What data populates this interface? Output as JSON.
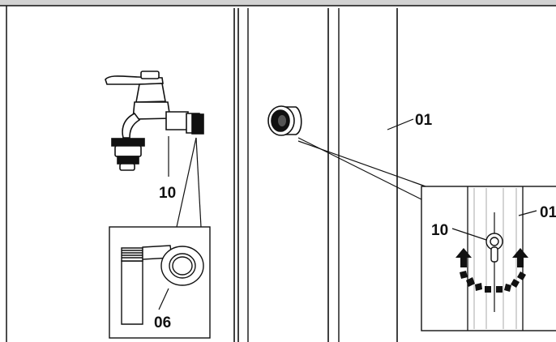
{
  "labels": {
    "tap_part": "10",
    "thread_part": "06",
    "panel": "01",
    "detail_fitting": "10",
    "detail_panel": "01"
  },
  "icons": [
    "water-tap-icon",
    "thread-tape-icon",
    "hose-fitting-icon",
    "rotate-arrows-icon"
  ]
}
